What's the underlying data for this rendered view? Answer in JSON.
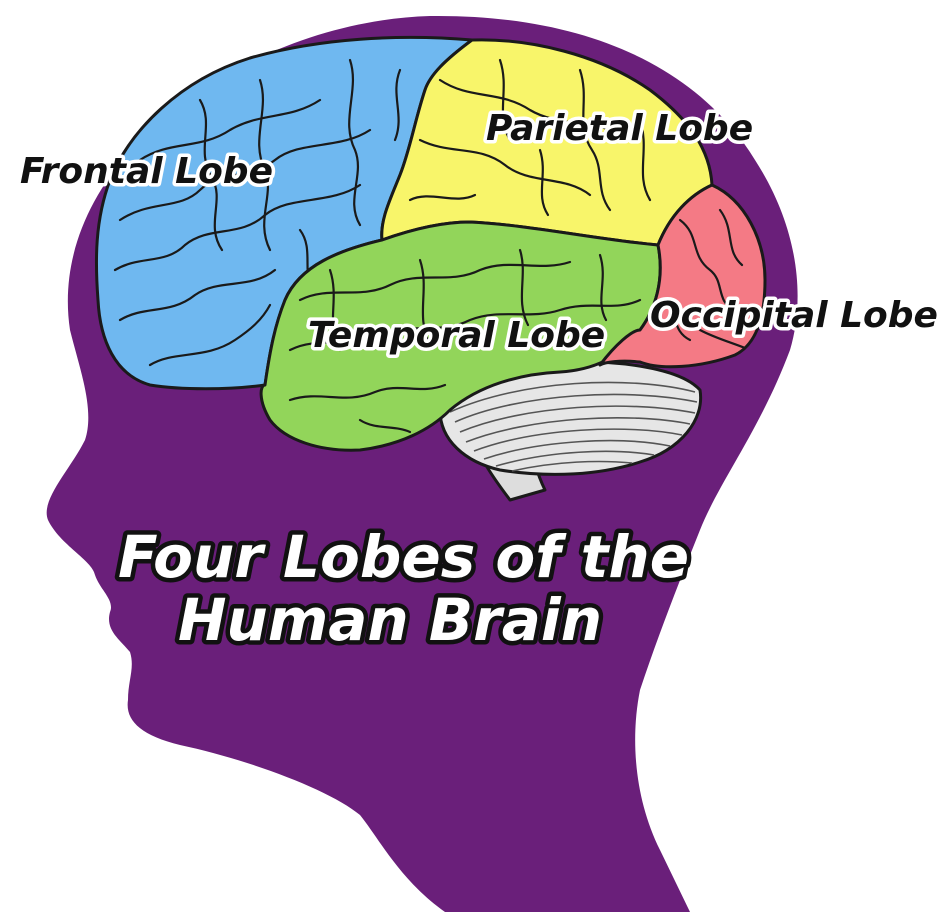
{
  "title": {
    "line1": "Four Lobes of the",
    "line2": "Human Brain"
  },
  "lobes": [
    {
      "key": "frontal",
      "label": "Frontal Lobe",
      "color": "#6fb8f0"
    },
    {
      "key": "parietal",
      "label": "Parietal Lobe",
      "color": "#f8f56a"
    },
    {
      "key": "temporal",
      "label": "Temporal Lobe",
      "color": "#92d55a"
    },
    {
      "key": "occipital",
      "label": "Occipital Lobe",
      "color": "#f47a85"
    }
  ],
  "colors": {
    "head": "#6a1f7a",
    "cerebellum": "#e6e6e6",
    "brainstem": "#dddddd",
    "background": "#ffffff"
  }
}
